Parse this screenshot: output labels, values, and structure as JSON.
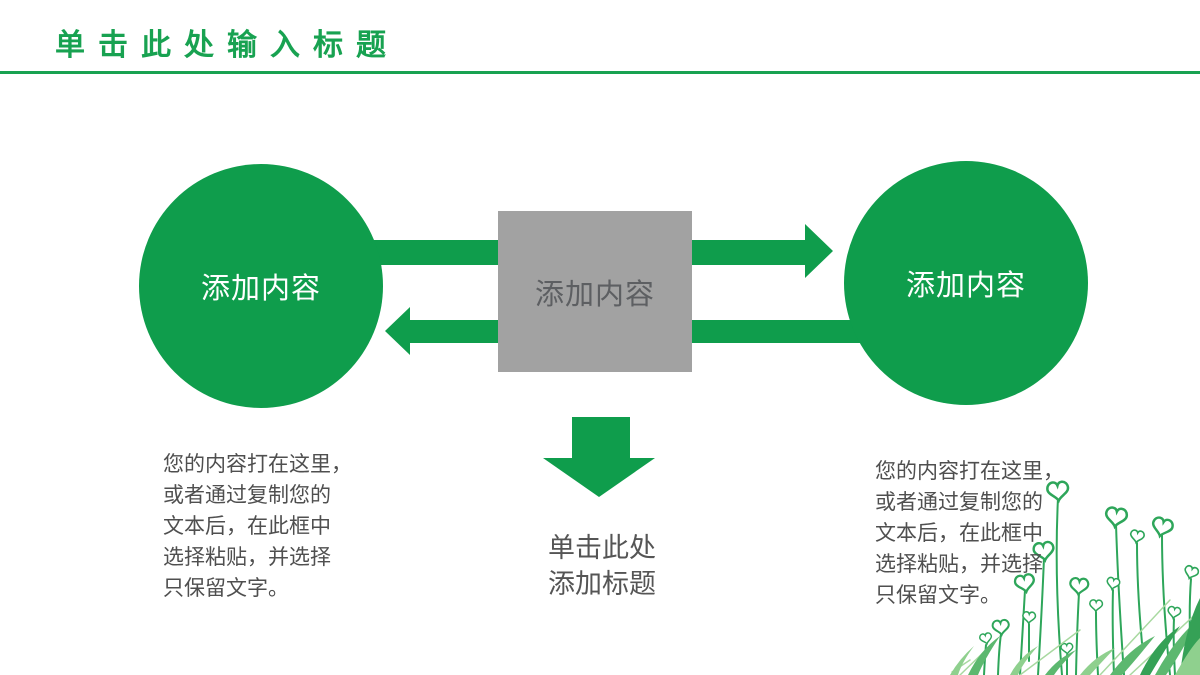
{
  "title": {
    "text": "单击此处输入标题"
  },
  "colors": {
    "shape_green": "#0f9d4c",
    "title_green": "#18a251",
    "box_gray": "#a2a2a2",
    "box_label_gray": "#5d5f62",
    "note_text_gray": "#4f4f4f",
    "caption_text_gray": "#555555",
    "circle_label_white": "#ffffff",
    "plant_green": "#2ea65a"
  },
  "diagram": {
    "left_circle": {
      "label": "添加内容"
    },
    "center_box": {
      "label": "添加内容"
    },
    "right_circle": {
      "label": "添加内容"
    },
    "arrows": {
      "top": "arrow-right-icon",
      "bottom": "arrow-left-icon",
      "down": "arrow-down-icon"
    }
  },
  "caption": {
    "lines": [
      "单击此处",
      "添加标题"
    ]
  },
  "notes": {
    "left": {
      "lines": [
        "您的内容打在这里，",
        "或者通过复制您的",
        "文本后，在此框中",
        "选择粘贴，并选择",
        "只保留文字。"
      ]
    },
    "right": {
      "lines": [
        "您的内容打在这里，",
        "或者通过复制您的",
        "文本后，在此框中",
        "选择粘贴，并选择",
        "只保留文字。"
      ]
    }
  },
  "decor": {
    "illustration": "heart-grass-plant"
  }
}
